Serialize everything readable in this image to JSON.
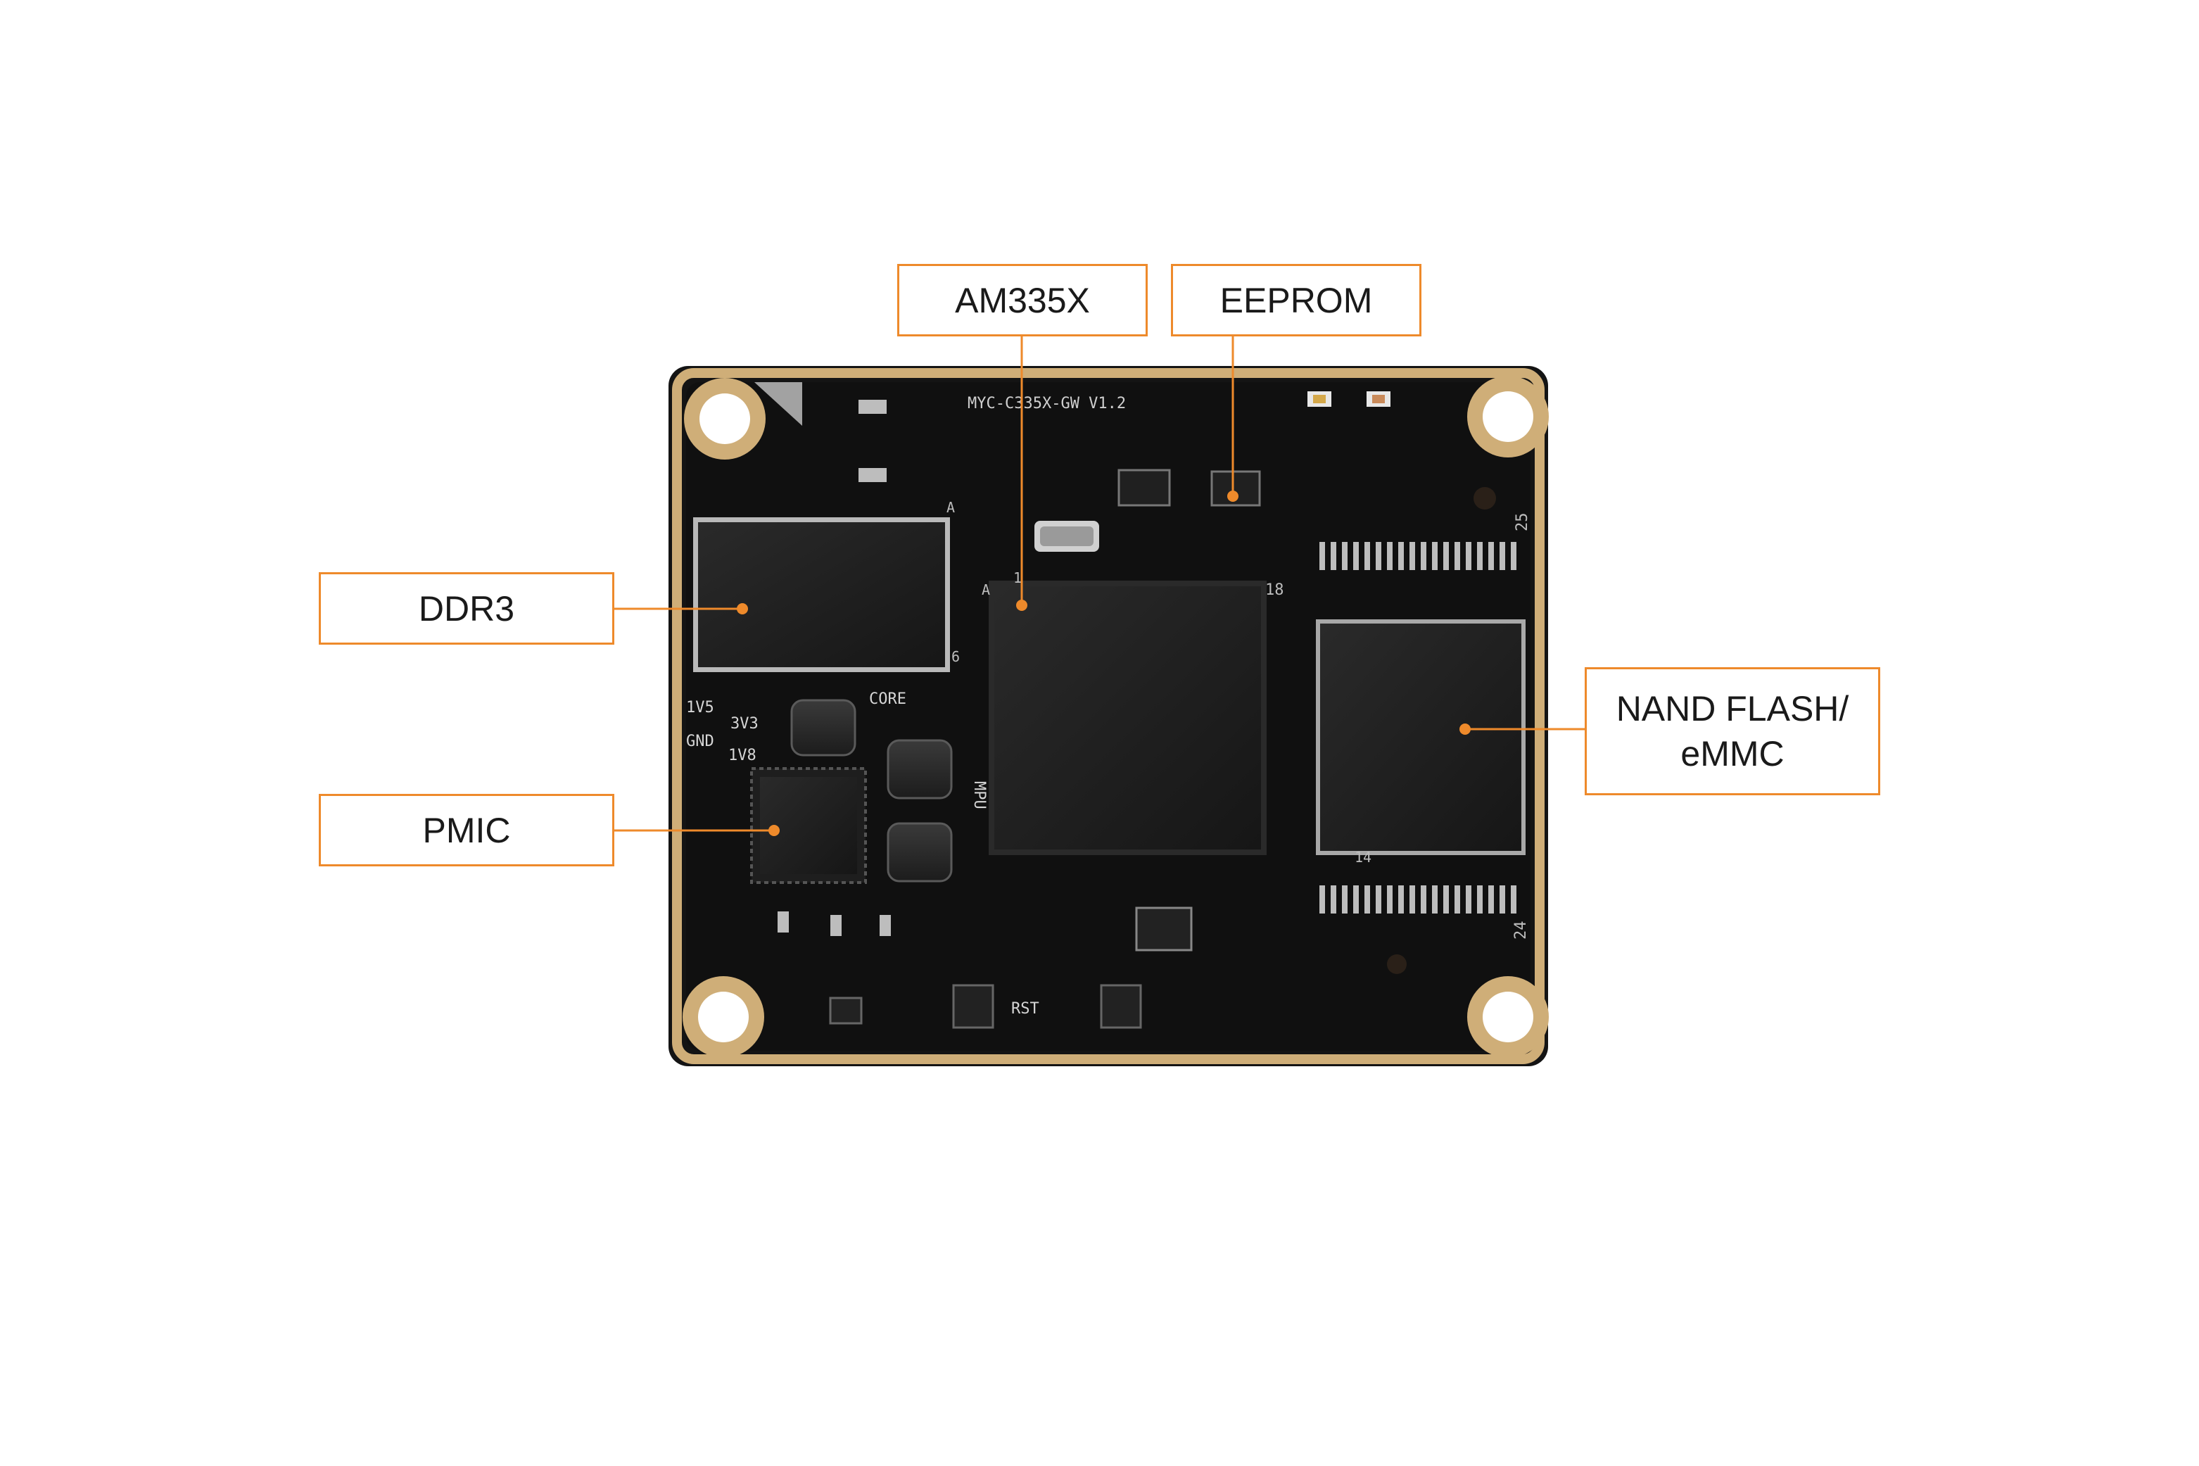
{
  "callouts": {
    "am335x": "AM335X",
    "eeprom": "EEPROM",
    "ddr3": "DDR3",
    "pmic": "PMIC",
    "nand": "NAND FLASH/\neMMC"
  },
  "board_silkscreen": {
    "model": "MYC-C335X-GW V1.2",
    "rail_1v5": "1V5",
    "rail_3v3": "3V3",
    "rail_gnd": "GND",
    "rail_1v8": "1V8",
    "rail_core": "CORE",
    "rail_mpu": "MPU",
    "reset": "RST",
    "pin_25": "25",
    "pin_24": "24",
    "pin_18": "18",
    "pin_1": "1",
    "pin_14": "14",
    "pin_6": "6",
    "pin_a1": "A",
    "pin_a2": "A"
  },
  "colors": {
    "accent": "#ee8a2b",
    "pcb": "#141414",
    "gold": "#cfae78"
  }
}
